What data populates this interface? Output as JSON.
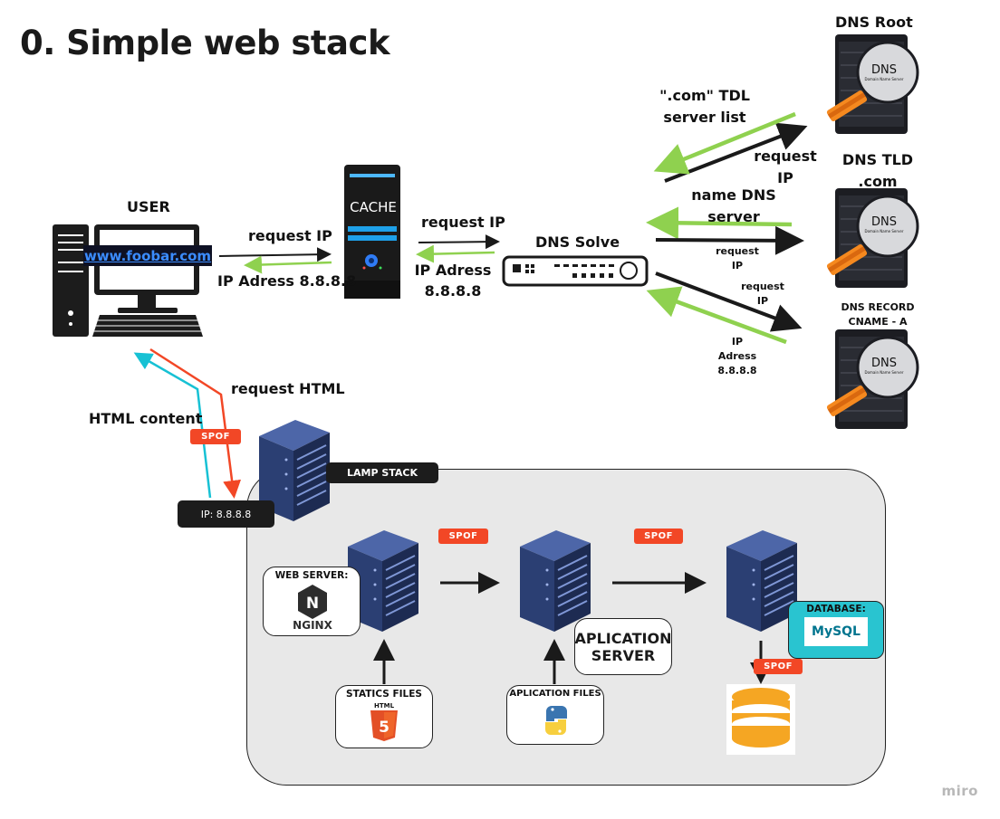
{
  "title": "0. Simple web stack",
  "user": {
    "label": "USER",
    "url": "www.foobar.com",
    "request_ip": "request IP",
    "ip_address": "IP Adress 8.8.8.8"
  },
  "cache": {
    "label": "CACHE",
    "request_ip": "request IP",
    "ip_address_line1": "IP Adress",
    "ip_address_line2": "8.8.8.8"
  },
  "dns_solve": {
    "label": "DNS Solve"
  },
  "dns_root": {
    "label": "DNS Root",
    "badge": "DNS",
    "badge_sub": "Domain Name Server",
    "tdl_line1": "\".com\" TDL",
    "tdl_line2": "server list",
    "request_line1": "request",
    "request_line2": "IP"
  },
  "dns_tld": {
    "label_line1": "DNS TLD",
    "label_line2": ".com",
    "badge": "DNS",
    "badge_sub": "Domain Name Server",
    "name_line1": "name DNS",
    "name_line2": "server",
    "request_line1": "request",
    "request_line2": "IP"
  },
  "dns_record": {
    "label_line1": "DNS RECORD",
    "label_line2": "CNAME - A",
    "badge": "DNS",
    "badge_sub": "Domain Name Server",
    "request_line1": "request",
    "request_line2": "IP",
    "ip_line1": "IP",
    "ip_line2": "Adress",
    "ip_line3": "8.8.8.8"
  },
  "http": {
    "request_html": "request HTML",
    "html_content": "HTML content",
    "spof": "SPOF",
    "ip_badge": "IP: 8.8.8.8"
  },
  "lamp": {
    "label": "LAMP STACK",
    "spof": "SPOF",
    "web_server_title": "WEB SERVER:",
    "nginx_text": "NGINX",
    "nginx_letter": "N",
    "statics_title": "STATICS FILES",
    "html5_text": "HTML",
    "html5_num": "5",
    "app_server_line1": "APLICATION",
    "app_server_line2": "SERVER",
    "app_files_title": "APLICATION FILES",
    "database_title": "DATABASE:",
    "mysql_text": "MySQL"
  },
  "watermark": "miro",
  "colors": {
    "green": "#8fd14f",
    "cyan": "#17c1d4",
    "red": "#f24726",
    "server_blue": "#2b3f73",
    "db_orange": "#f5a623",
    "mysql_teal": "#29c4d0"
  }
}
